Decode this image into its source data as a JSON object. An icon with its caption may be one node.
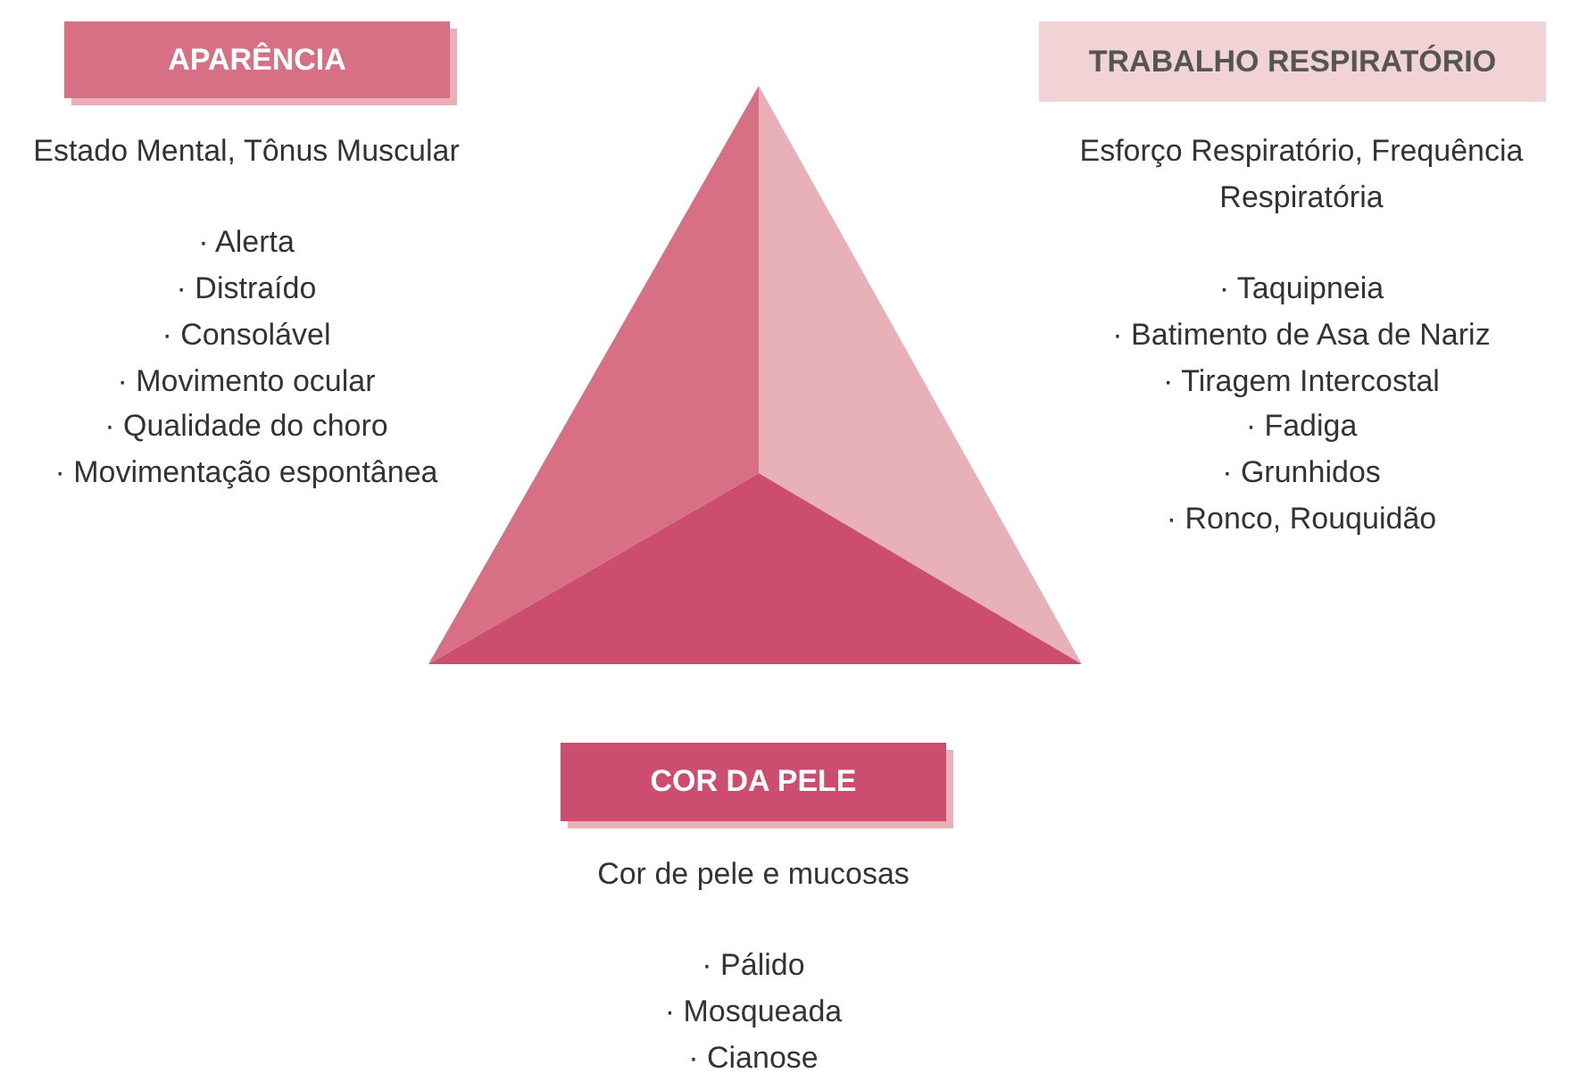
{
  "diagram": {
    "nodes": [
      {
        "text": [
          "APARÊNCIA"
        ],
        "beside": [
          "Estado Mental, Tônus Muscular",
          "· Alerta",
          "· Distraído",
          "· Consolável",
          "· Movimento ocular",
          "· Qualidade do choro",
          "· Movimentação espontânea"
        ]
      },
      {
        "text": [
          "TRABALHO RESPIRATÓRIO"
        ],
        "beside": [
          "Esforço Respiratório, Frequência Respiratória",
          "· Taquipneia",
          "· Batimento de Asa de Nariz",
          "· Tiragem Intercostal",
          "· Fadiga",
          "· Grunhidos",
          "· Ronco, Rouquidão"
        ]
      },
      {
        "text": [
          "COR DA PELE"
        ],
        "beside": [
          "Cor de pele e mucosas",
          "· Pálido",
          "· Mosqueada",
          "· Cianose"
        ]
      }
    ]
  }
}
